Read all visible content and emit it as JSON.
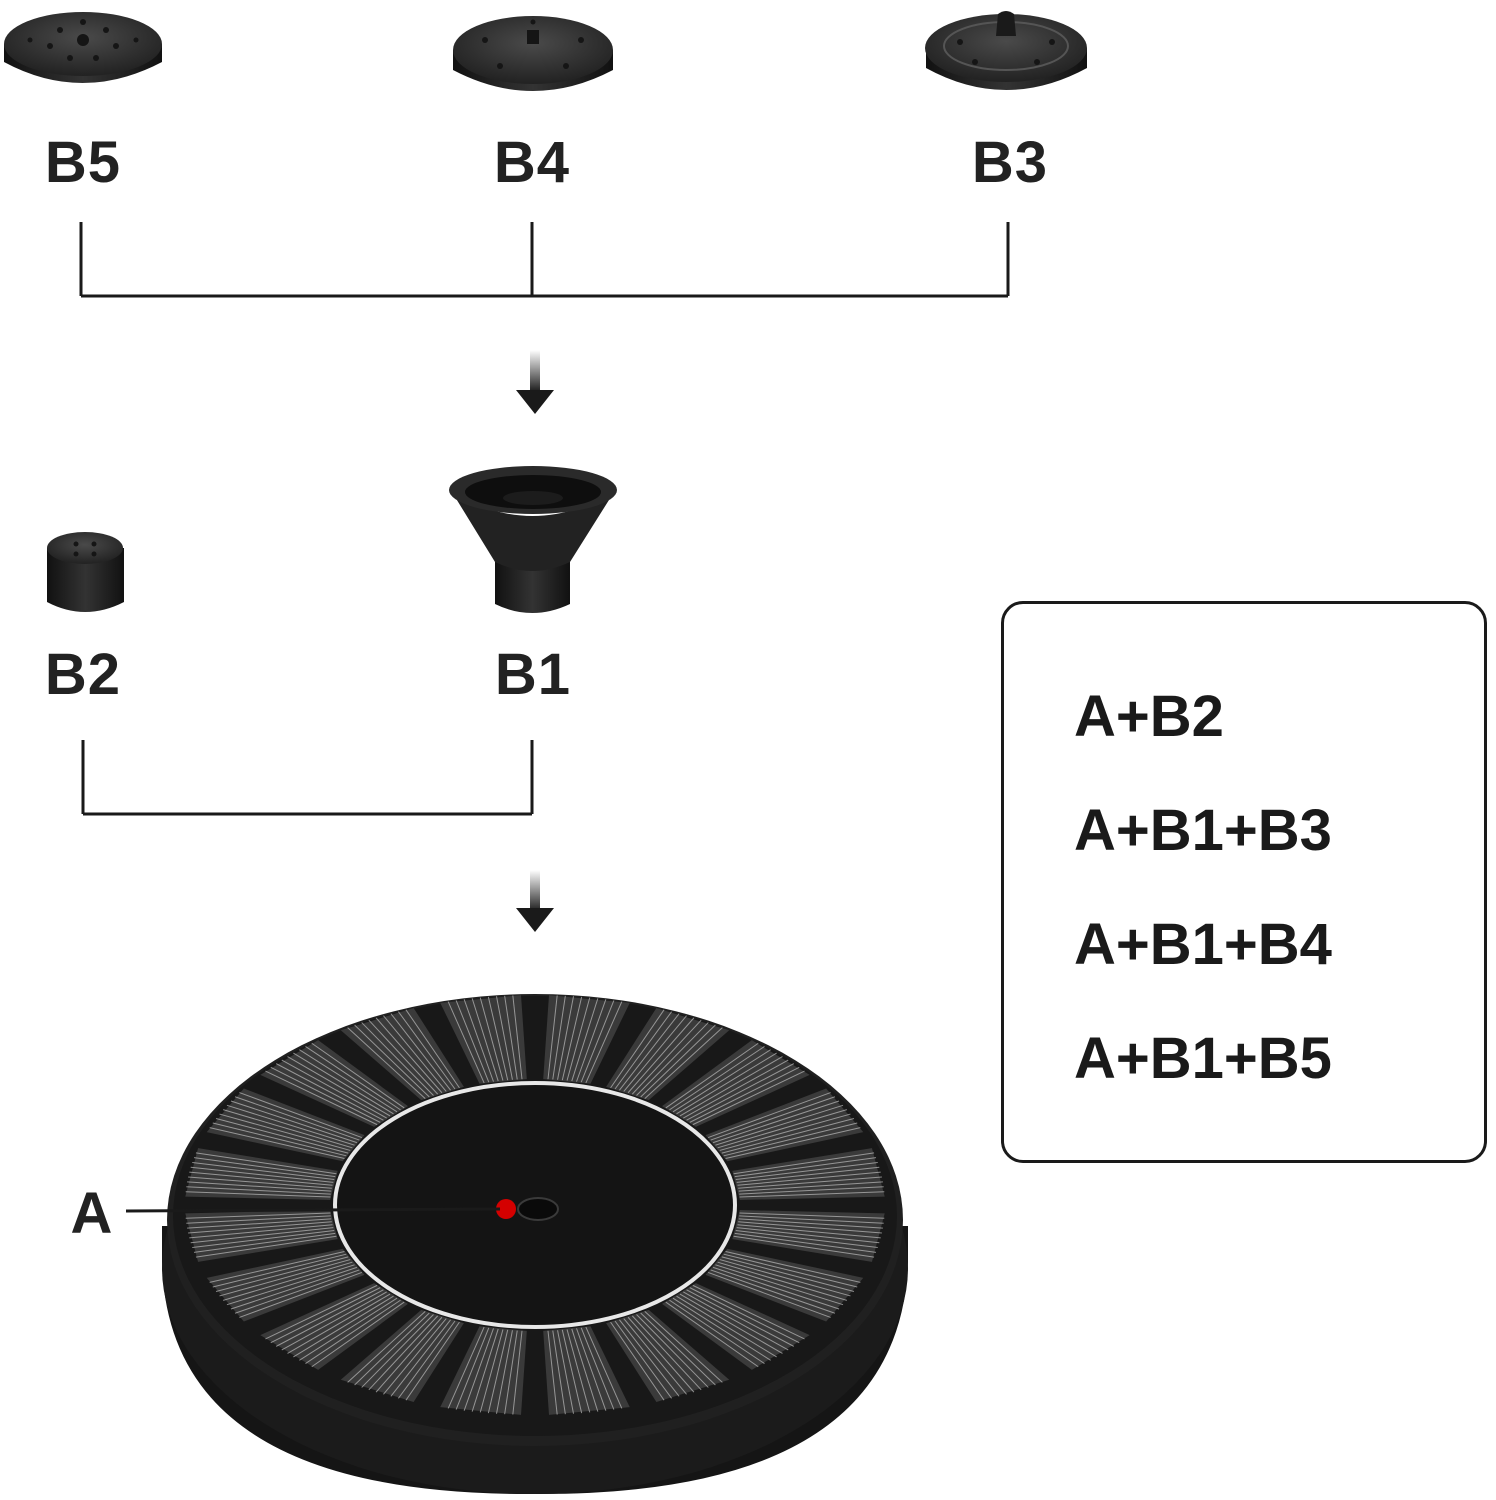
{
  "parts": {
    "b5": "B5",
    "b4": "B4",
    "b3": "B3",
    "b2": "B2",
    "b1": "B1",
    "a": "A"
  },
  "combinations": [
    "A+B2",
    "A+B1+B3",
    "A+B1+B4",
    "A+B1+B5"
  ],
  "colors": {
    "ink": "#1a1a1a",
    "part": "#2b2b2b",
    "indicator": "#d40000"
  }
}
